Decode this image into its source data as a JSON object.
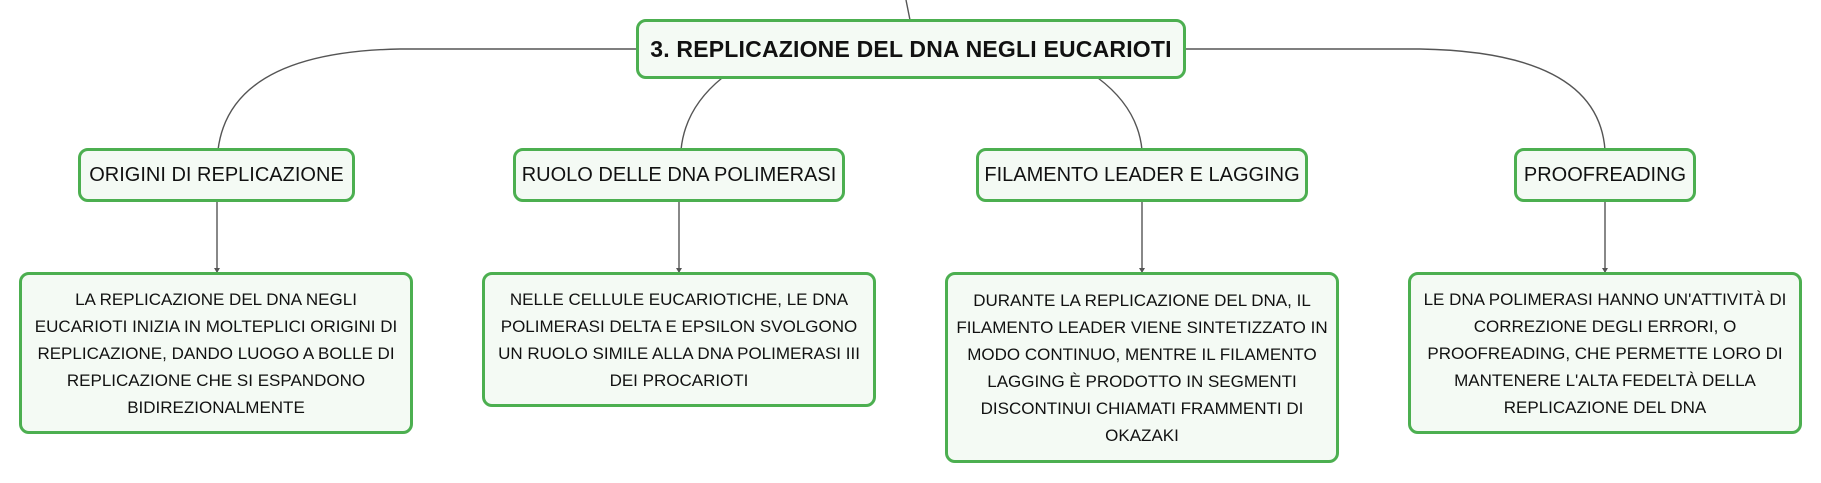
{
  "map": {
    "root": {
      "label": "3. REPLICAZIONE DEL DNA NEGLI EUCARIOTI"
    },
    "branches": [
      {
        "label": "ORIGINI DI REPLICAZIONE",
        "detail": "LA REPLICAZIONE DEL DNA NEGLI EUCARIOTI INIZIA IN MOLTEPLICI ORIGINI DI REPLICAZIONE, DANDO LUOGO A BOLLE DI REPLICAZIONE CHE SI ESPANDONO BIDIREZIONALMENTE"
      },
      {
        "label": "RUOLO DELLE DNA POLIMERASI",
        "detail": "NELLE CELLULE EUCARIOTICHE, LE DNA POLIMERASI DELTA E EPSILON SVOLGONO UN RUOLO SIMILE ALLA DNA POLIMERASI III DEI PROCARIOTI"
      },
      {
        "label": "FILAMENTO LEADER E LAGGING",
        "detail": "DURANTE LA REPLICAZIONE DEL DNA, IL FILAMENTO LEADER VIENE SINTETIZZATO IN MODO CONTINUO, MENTRE IL FILAMENTO LAGGING È PRODOTTO IN SEGMENTI DISCONTINUI CHIAMATI FRAMMENTI DI OKAZAKI"
      },
      {
        "label": "PROOFREADING",
        "detail": "LE DNA POLIMERASI HANNO UN'ATTIVITÀ DI CORREZIONE DEGLI ERRORI, O PROOFREADING, CHE PERMETTE LORO DI MANTENERE L'ALTA FEDELTÀ DELLA REPLICAZIONE DEL DNA"
      }
    ],
    "colors": {
      "node_border": "#4caf50",
      "node_fill": "#f4faf4",
      "connector": "#555555",
      "text": "#111111"
    }
  }
}
